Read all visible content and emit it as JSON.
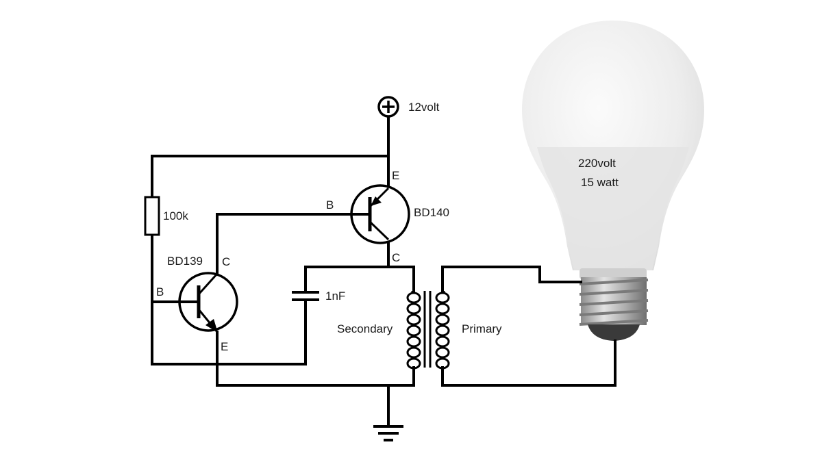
{
  "supply": {
    "label": "12volt"
  },
  "resistor": {
    "label": "100k"
  },
  "capacitor": {
    "label": "1nF"
  },
  "transistor_pnp": {
    "name": "BD140",
    "pin_e": "E",
    "pin_b": "B",
    "pin_c": "C"
  },
  "transistor_npn": {
    "name": "BD139",
    "pin_c": "C",
    "pin_b": "B",
    "pin_e": "E"
  },
  "transformer": {
    "secondary_label": "Secondary",
    "primary_label": "Primary"
  },
  "lamp": {
    "line1": "220volt",
    "line2": "15 watt"
  },
  "colors": {
    "wire": "#000000",
    "bulb_top": "#f2f2f2",
    "bulb_bottom": "#e6e6e6",
    "base_metal": "#b8b8b8",
    "base_tip": "#3a3a3a"
  }
}
